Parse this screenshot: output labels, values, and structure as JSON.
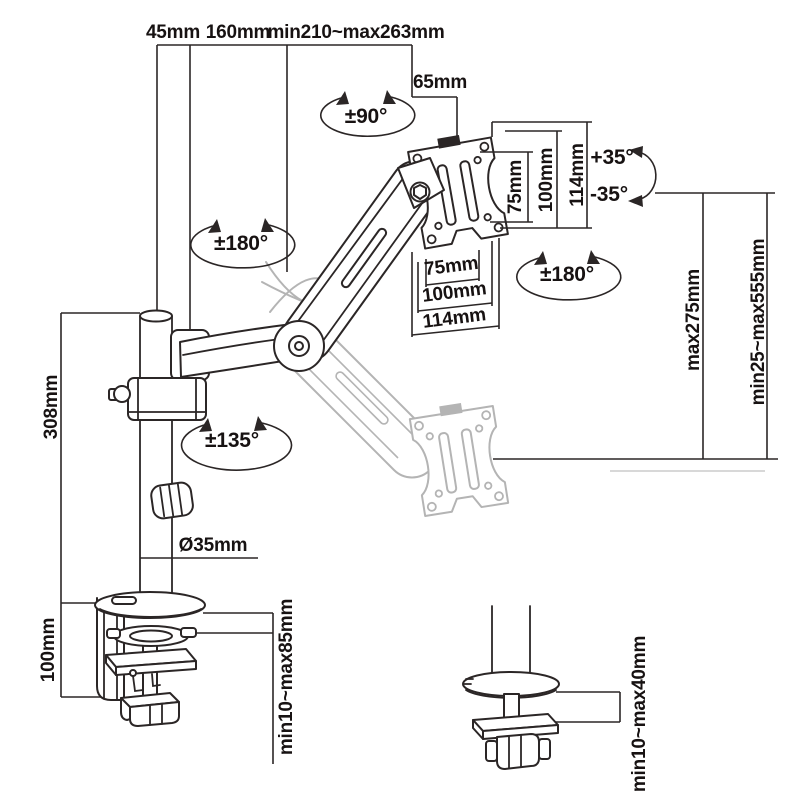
{
  "diagram": {
    "title": "monitor-arm-dimension-diagram",
    "colors": {
      "line": "#2b2626",
      "ghost": "#b4b4b4",
      "background": "#ffffff"
    },
    "labels": {
      "offset_45": "45mm",
      "arm1_160": "160mm",
      "reach": "min210~max263mm",
      "head_65": "65mm",
      "rotate_monitor": "±90°",
      "rotate_upper_arm": "±180°",
      "rotate_lower_arm": "±135°",
      "rotate_vesa": "±180°",
      "tilt_up": "+35°",
      "tilt_down": "-35°",
      "vesa_side_75": "75mm",
      "vesa_side_100": "100mm",
      "vesa_side_114": "114mm",
      "vesa_bottom_75": "75mm",
      "vesa_bottom_100": "100mm",
      "vesa_bottom_114": "114mm",
      "lift_range": "max275mm",
      "height_range": "min25~max555mm",
      "pole_308": "308mm",
      "clamp_100": "100mm",
      "clamp_thickness": "min10~max85mm",
      "grommet_thickness": "min10~max40mm",
      "pole_diameter": "Ø35mm"
    }
  }
}
